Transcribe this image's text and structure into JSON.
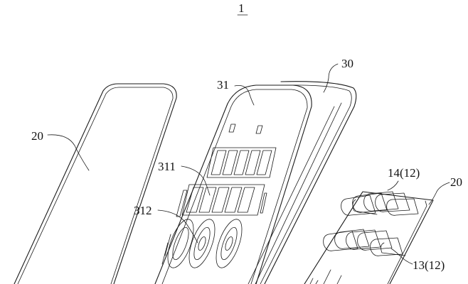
{
  "figure": {
    "number": "1",
    "labels": {
      "l30": "30",
      "l31": "31",
      "l20_left": "20",
      "l311": "311",
      "l312": "312",
      "l14": "14(12)",
      "l20_right": "20",
      "l13": "13(12)"
    }
  },
  "style": {
    "line_color": "#1a1a1a",
    "background": "#ffffff"
  }
}
